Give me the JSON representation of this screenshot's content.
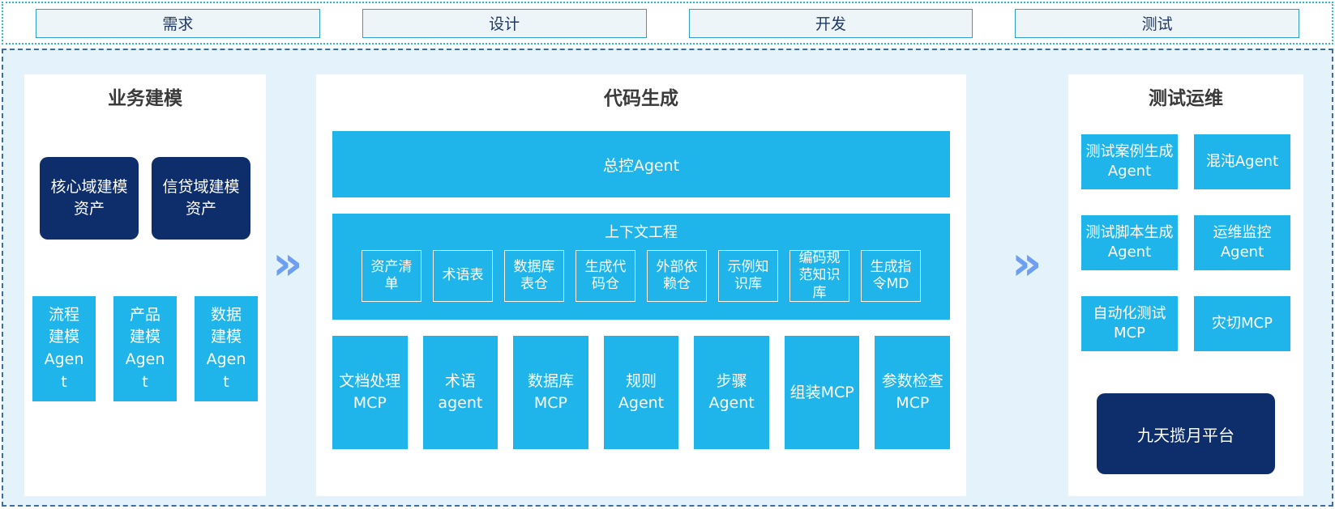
{
  "phases": [
    {
      "label": "需求"
    },
    {
      "label": "设计"
    },
    {
      "label": "开发"
    },
    {
      "label": "测试"
    }
  ],
  "sections": {
    "business_modeling": {
      "title": "业务建模",
      "asset_boxes": [
        "核心域建模资产",
        "信贷域建模资产"
      ],
      "agent_boxes": [
        "流程建模Agent",
        "产品建模Agent",
        "数据建模Agent"
      ]
    },
    "code_generation": {
      "title": "代码生成",
      "master_agent": "总控Agent",
      "context_engineering": {
        "title": "上下文工程",
        "items": [
          "资产清单",
          "术语表",
          "数据库表仓",
          "生成代码仓",
          "外部依赖仓",
          "示例知识库",
          "编码规范知识库",
          "生成指令MD"
        ]
      },
      "tool_boxes": [
        "文档处理MCP",
        "术语agent",
        "数据库MCP",
        "规则Agent",
        "步骤Agent",
        "组装MCP",
        "参数检查MCP"
      ]
    },
    "test_ops": {
      "title": "测试运维",
      "agent_boxes": [
        "测试案例生成Agent",
        "混沌Agent",
        "测试脚本生成Agent",
        "运维监控Agent",
        "自动化测试MCP",
        "灾切MCP"
      ],
      "platform": "九天揽月平台"
    }
  },
  "icons": {
    "double_chevron": "»"
  },
  "colors": {
    "cyan": "#20b5ea",
    "navy": "#0e2d6b",
    "arrow_blue": "#6f9ff0",
    "container_bg": "#e4f2fb",
    "phase_box_bg": "#edf5f9",
    "phase_border": "#2f9ec9",
    "dotted_border": "#29b6e0",
    "dashed_border": "#3c6e9f"
  }
}
